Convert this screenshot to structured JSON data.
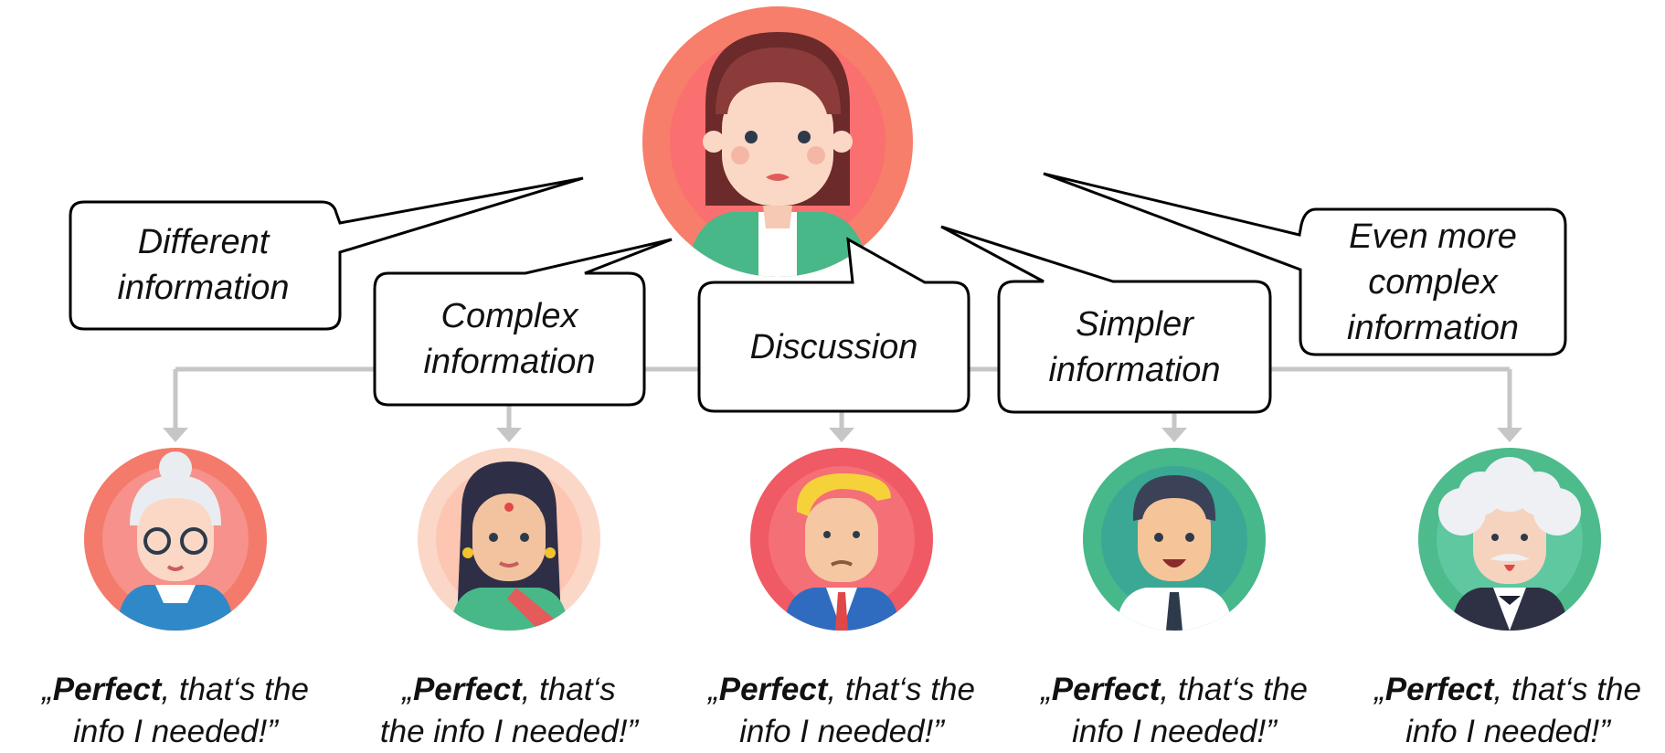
{
  "presenter": {
    "avatar_icon": "woman-presenter-icon",
    "ring_colors": [
      "#f77e6a",
      "#fa6f6f"
    ]
  },
  "bubbles": [
    {
      "id": "different",
      "text": "Different information"
    },
    {
      "id": "complex",
      "text": "Complex information"
    },
    {
      "id": "discussion",
      "text": "Discussion"
    },
    {
      "id": "simpler",
      "text": "Simpler information"
    },
    {
      "id": "even-more",
      "text": "Even more complex information"
    }
  ],
  "audience": [
    {
      "avatar_icon": "grandmother-icon",
      "ring": "#f47a6b",
      "quote_open": "„",
      "quote_bold": "Perfect",
      "quote_rest_1": ", that‘s the",
      "quote_rest_2": "info I needed!”"
    },
    {
      "avatar_icon": "indian-woman-icon",
      "ring": "#fbd7c7",
      "quote_open": "„",
      "quote_bold": "Perfect",
      "quote_rest_1": ", that‘s",
      "quote_rest_2": "the info I needed!”"
    },
    {
      "avatar_icon": "blond-man-icon",
      "ring": "#f05a64",
      "quote_open": "„",
      "quote_bold": "Perfect",
      "quote_rest_1": ", that‘s the",
      "quote_rest_2": "info I needed!”"
    },
    {
      "avatar_icon": "businessman-icon",
      "ring": "#46b88a",
      "quote_open": "„",
      "quote_bold": "Perfect",
      "quote_rest_1": ", that‘s the",
      "quote_rest_2": "info I needed!”"
    },
    {
      "avatar_icon": "scientist-icon",
      "ring": "#4dbb8b",
      "quote_open": "„",
      "quote_bold": "Perfect",
      "quote_rest_1": ", that‘s the",
      "quote_rest_2": "info I needed!”"
    }
  ],
  "colors": {
    "connector": "#c6c6c6",
    "outline": "#000000"
  }
}
